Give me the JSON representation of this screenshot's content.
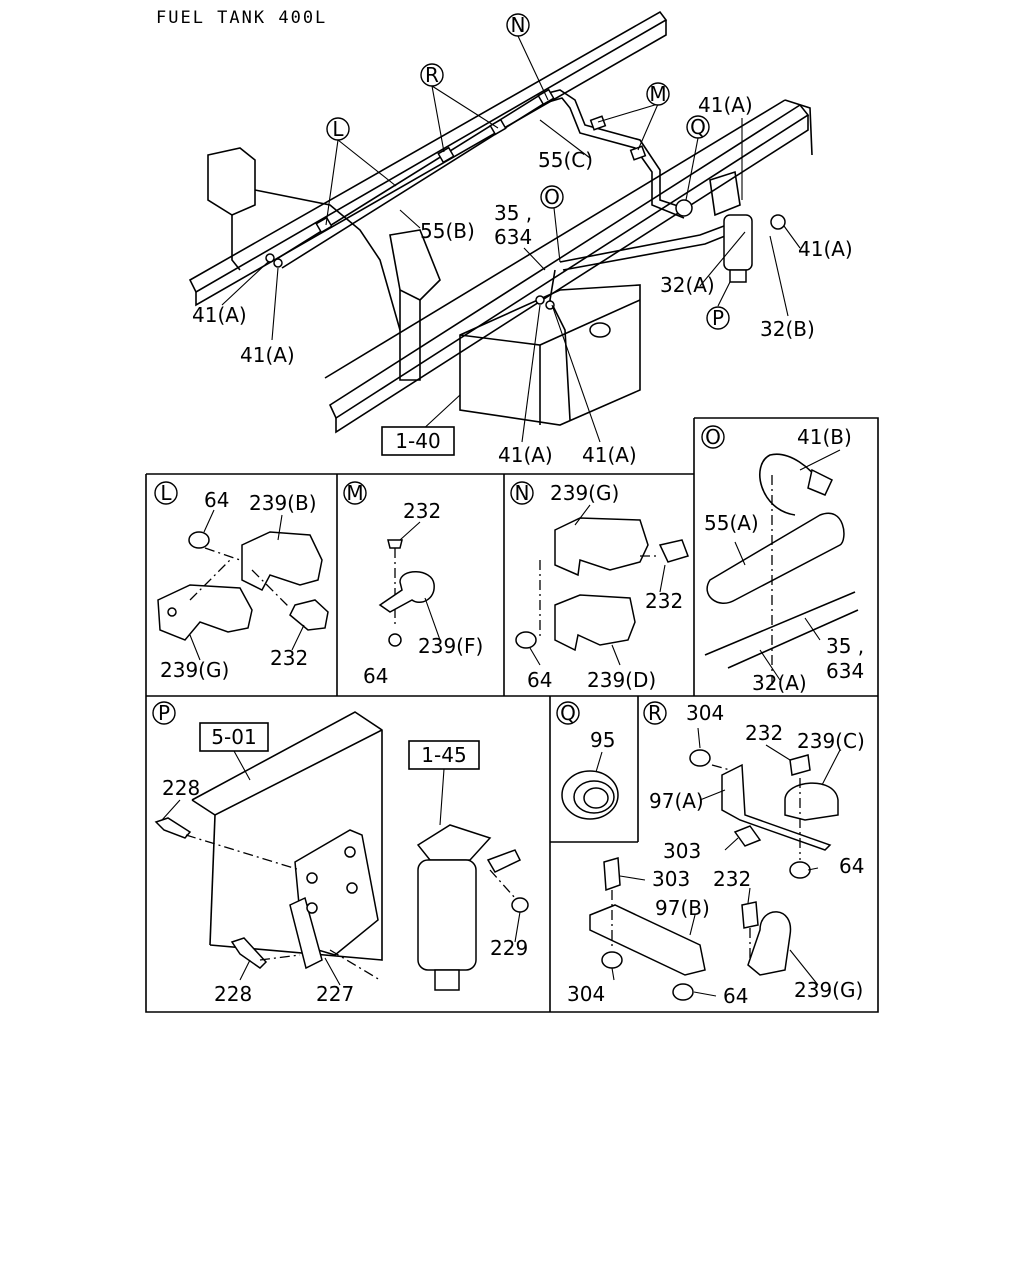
{
  "title": "FUEL TANK 400L",
  "overview": {
    "callouts": [
      "N",
      "R",
      "M",
      "L",
      "Q",
      "O",
      "P"
    ],
    "labels": {
      "l41a_top": "41(A)",
      "l55c": "55(C)",
      "l55b": "55(B)",
      "l35": "35 ,",
      "l634": "634",
      "l41a_right": "41(A)",
      "l32a": "32(A)",
      "l32b": "32(B)",
      "l41a_left": "41(A)",
      "l41a_left2": "41(A)",
      "l41a_bot1": "41(A)",
      "l41a_bot2": "41(A)",
      "ref": "1-40"
    }
  },
  "panels": {
    "L": {
      "letter": "L",
      "labels": [
        "64",
        "239(B)",
        "239(G)",
        "232"
      ]
    },
    "M": {
      "letter": "M",
      "labels": [
        "232",
        "239(F)",
        "64"
      ]
    },
    "N": {
      "letter": "N",
      "labels": [
        "239(G)",
        "232",
        "64",
        "239(D)"
      ]
    },
    "O": {
      "letter": "O",
      "labels": [
        "41(B)",
        "55(A)",
        "35 ,",
        "634",
        "32(A)"
      ]
    },
    "P": {
      "letter": "P",
      "ref1": "5-01",
      "ref2": "1-45",
      "labels": [
        "228",
        "229",
        "228",
        "227"
      ]
    },
    "Q": {
      "letter": "Q",
      "labels": [
        "95"
      ]
    },
    "R": {
      "letter": "R",
      "labels": [
        "304",
        "232",
        "239(C)",
        "97(A)",
        "303",
        "64",
        "303",
        "232",
        "97(B)",
        "304",
        "64",
        "239(G)"
      ]
    }
  }
}
